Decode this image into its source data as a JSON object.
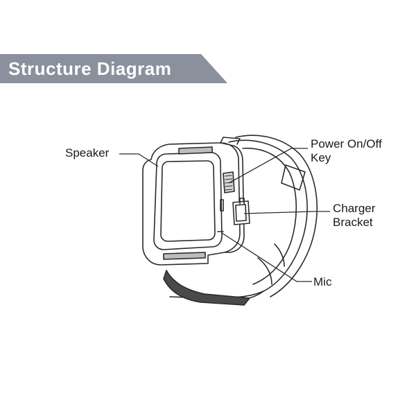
{
  "header": {
    "title": "Structure Diagram",
    "banner_color": "#8a909c"
  },
  "labels": {
    "speaker": "Speaker",
    "power_line1": "Power On/Off",
    "power_line2": "Key",
    "charger_line1": "Charger",
    "charger_line2": "Bracket",
    "mic": "Mic"
  },
  "colors": {
    "line": "#2a2a2a",
    "text": "#1a1a1a"
  }
}
